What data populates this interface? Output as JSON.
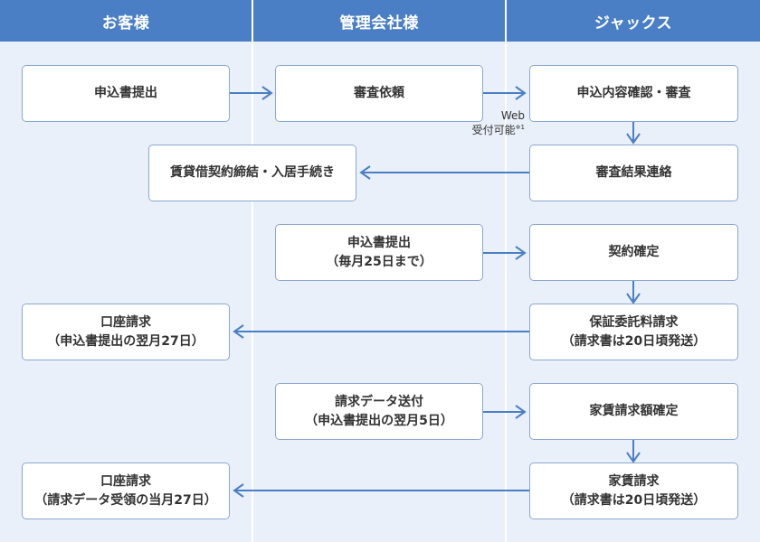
{
  "colors": {
    "header": "#4a7fc5",
    "background": "#e9f0f9",
    "box_border": "#8ba8d0",
    "arrow": "#4a7fc5"
  },
  "lanes": [
    {
      "title": "お客様"
    },
    {
      "title": "管理会社様"
    },
    {
      "title": "ジャックス"
    }
  ],
  "steps": {
    "customer_application": {
      "lines": [
        "申込書提出"
      ]
    },
    "request_screening": {
      "lines": [
        "審査依頼"
      ]
    },
    "check_screening": {
      "lines": [
        "申込内容確認・審査"
      ]
    },
    "screening_result": {
      "lines": [
        "審査結果連絡"
      ]
    },
    "lease_contract": {
      "lines": [
        "賃貸借契約締結・入居手続き"
      ]
    },
    "submit_monthly": {
      "lines": [
        "申込書提出",
        "（毎月25日まで）"
      ]
    },
    "contract_confirmed": {
      "lines": [
        "契約確定"
      ]
    },
    "account_billing_1": {
      "lines": [
        "口座請求",
        "（申込書提出の翌月27日）"
      ]
    },
    "guarantee_fee_billing": {
      "lines": [
        "保証委託料請求",
        "（請求書は20日頃発送）"
      ]
    },
    "billing_data_send": {
      "lines": [
        "請求データ送付",
        "（申込書提出の翌月5日）"
      ]
    },
    "rent_amount_confirmed": {
      "lines": [
        "家賃請求額確定"
      ]
    },
    "account_billing_2": {
      "lines": [
        "口座請求",
        "（請求データ受領の当月27日）"
      ]
    },
    "rent_billing": {
      "lines": [
        "家賃請求",
        "（請求書は20日頃発送）"
      ]
    }
  },
  "web_note": {
    "line1": "Web",
    "line2": "受付可能",
    "mark": "※1"
  }
}
